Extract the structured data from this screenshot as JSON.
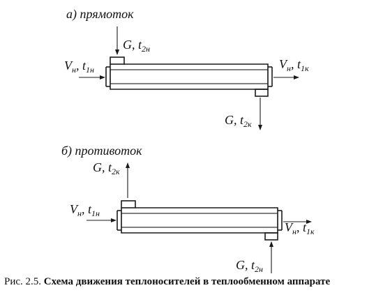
{
  "diagram": {
    "a": {
      "title": "а) прямоток",
      "flow_G_in": {
        "main": "G, t",
        "sub": "2н"
      },
      "flow_V_in": {
        "main": "V",
        "sub_main": "н",
        "mid": ", t",
        "sub": "1н"
      },
      "flow_V_out": {
        "main": "V",
        "sub_main": "н",
        "mid": ", t",
        "sub": "1к"
      },
      "flow_G_out": {
        "main": "G, t",
        "sub": "2к"
      }
    },
    "b": {
      "title": "б) противоток",
      "flow_G_out": {
        "main": "G, t",
        "sub": "2к"
      },
      "flow_V_in": {
        "main": "V",
        "sub_main": "н",
        "mid": ", t",
        "sub": "1н"
      },
      "flow_V_out": {
        "main": "V",
        "sub_main": "н",
        "mid": ", t",
        "sub": "1к"
      },
      "flow_G_in": {
        "main": "G, t",
        "sub": "2н"
      }
    },
    "caption": {
      "prefix": "Рис. 2.5. ",
      "text": "Схема движения теплоносителей в теплообменном аппарате"
    }
  }
}
